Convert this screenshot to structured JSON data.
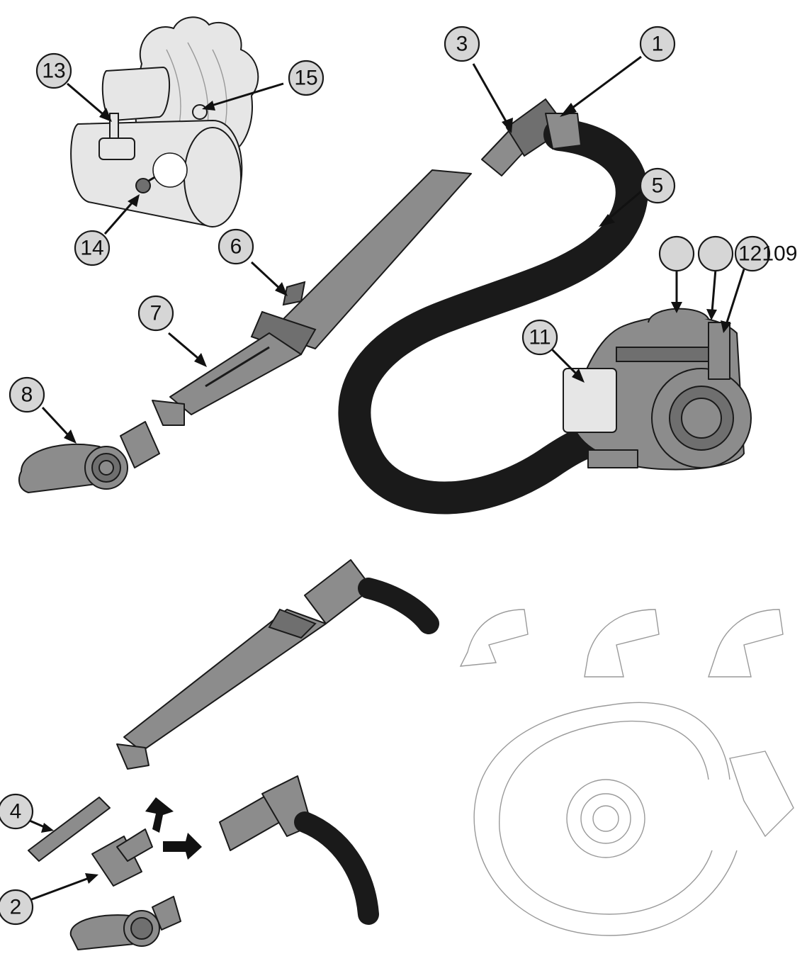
{
  "callouts": [
    {
      "id": "c1",
      "label": "1"
    },
    {
      "id": "c2",
      "label": "2"
    },
    {
      "id": "c3",
      "label": "3"
    },
    {
      "id": "c4",
      "label": "4"
    },
    {
      "id": "c5",
      "label": "5"
    },
    {
      "id": "c6",
      "label": "6"
    },
    {
      "id": "c7",
      "label": "7"
    },
    {
      "id": "c8",
      "label": "8"
    },
    {
      "id": "c11",
      "label": "11"
    },
    {
      "id": "c13",
      "label": "13"
    },
    {
      "id": "c14",
      "label": "14"
    },
    {
      "id": "c15",
      "label": "15"
    }
  ],
  "unlabeled_callouts": 2,
  "overflow_label": "12109",
  "colors": {
    "part_fill": "#8c8c8c",
    "callout_fill": "#d6d6d6",
    "outline": "#1a1a1a",
    "sketch": "#9a9a9a"
  }
}
